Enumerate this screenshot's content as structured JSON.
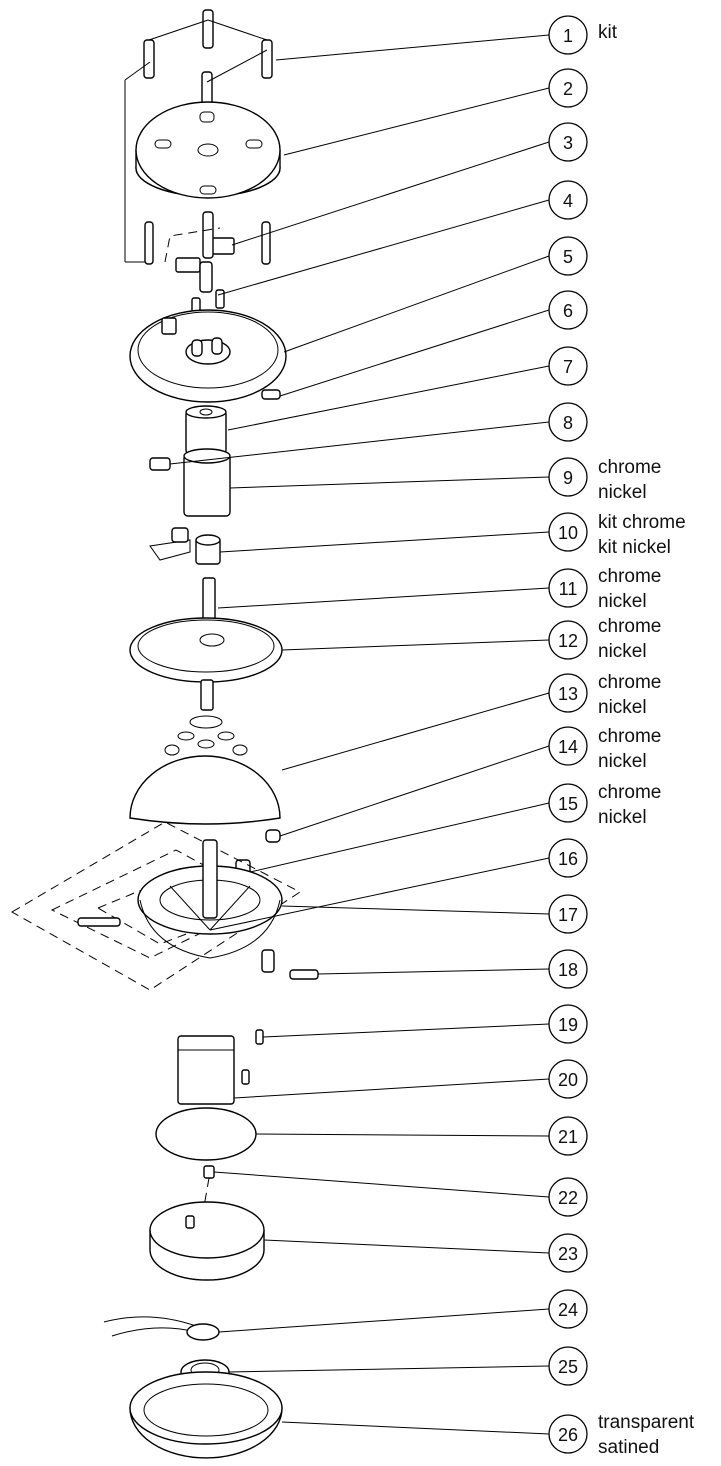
{
  "parts": [
    {
      "number": "1",
      "notes": [
        "kit"
      ]
    },
    {
      "number": "2",
      "notes": []
    },
    {
      "number": "3",
      "notes": []
    },
    {
      "number": "4",
      "notes": []
    },
    {
      "number": "5",
      "notes": []
    },
    {
      "number": "6",
      "notes": []
    },
    {
      "number": "7",
      "notes": []
    },
    {
      "number": "8",
      "notes": []
    },
    {
      "number": "9",
      "notes": [
        "chrome",
        "nickel"
      ]
    },
    {
      "number": "10",
      "notes": [
        "kit chrome",
        "kit nickel"
      ]
    },
    {
      "number": "11",
      "notes": [
        "chrome",
        "nickel"
      ]
    },
    {
      "number": "12",
      "notes": [
        "chrome",
        "nickel"
      ]
    },
    {
      "number": "13",
      "notes": [
        "chrome",
        "nickel"
      ]
    },
    {
      "number": "14",
      "notes": [
        "chrome",
        "nickel"
      ]
    },
    {
      "number": "15",
      "notes": [
        "chrome",
        "nickel"
      ]
    },
    {
      "number": "16",
      "notes": []
    },
    {
      "number": "17",
      "notes": []
    },
    {
      "number": "18",
      "notes": []
    },
    {
      "number": "19",
      "notes": []
    },
    {
      "number": "20",
      "notes": []
    },
    {
      "number": "21",
      "notes": []
    },
    {
      "number": "22",
      "notes": []
    },
    {
      "number": "23",
      "notes": []
    },
    {
      "number": "24",
      "notes": []
    },
    {
      "number": "25",
      "notes": []
    },
    {
      "number": "26",
      "notes": [
        "transparent",
        "satined"
      ]
    }
  ]
}
